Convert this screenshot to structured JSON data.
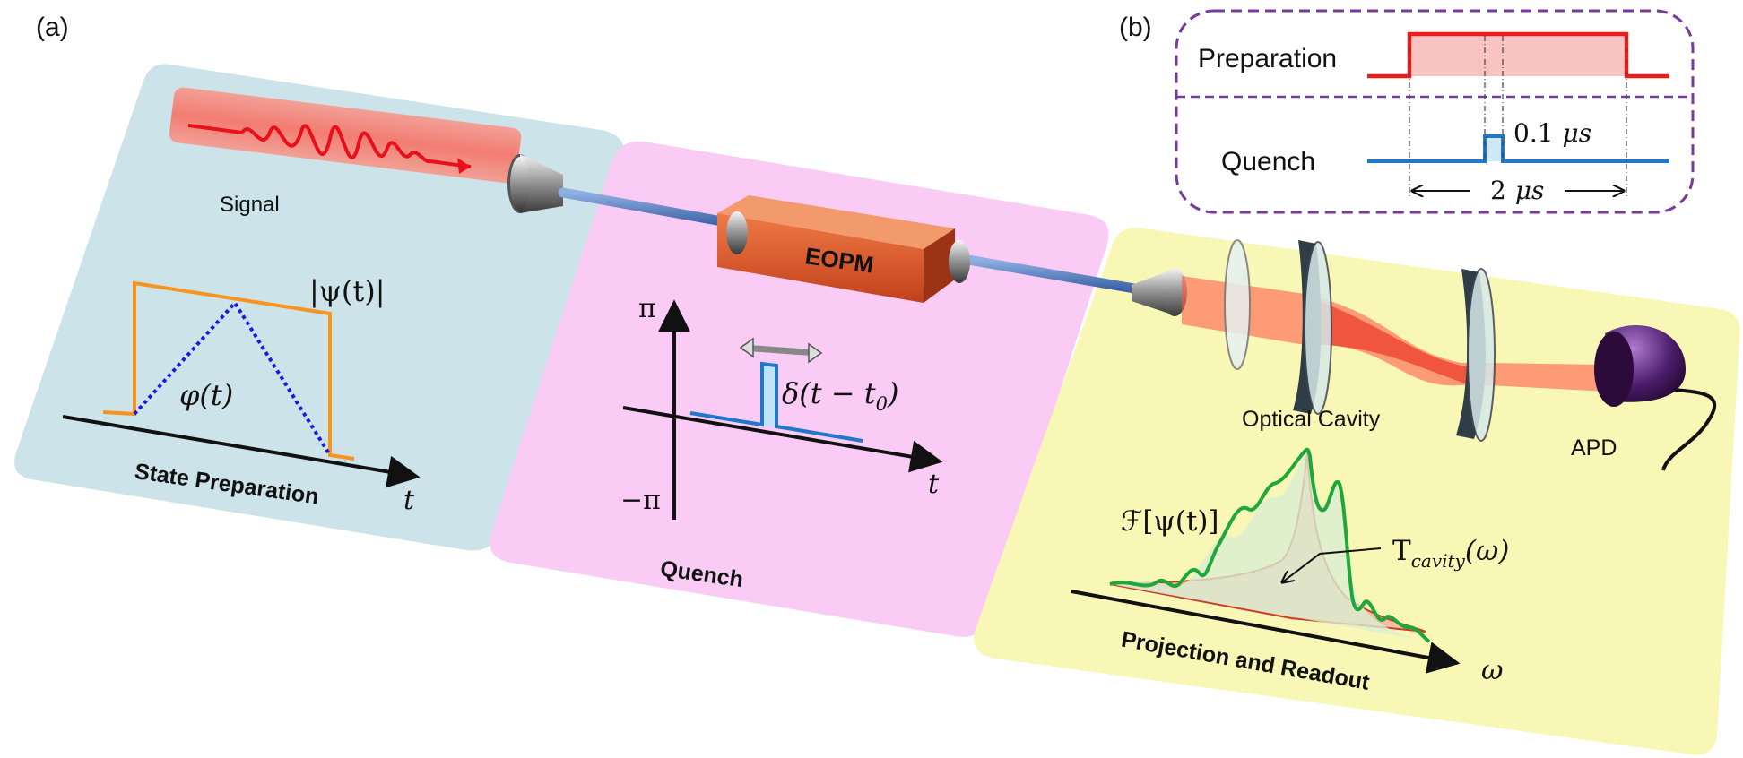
{
  "panel_a": {
    "tag": "(a)",
    "state_preparation": {
      "title": "State Preparation",
      "signal_label": "Signal",
      "amplitude_label": "|ψ(t)|",
      "phase_label": "φ(t)",
      "axis_t": "t"
    },
    "quench": {
      "title": "Quench",
      "device_label": "EOPM",
      "y_top": "π",
      "y_bottom": "−π",
      "delta_label": "δ(t − t",
      "delta_sub": "0",
      "delta_close": ")",
      "axis_t": "t"
    },
    "projection": {
      "title": "Projection and Readout",
      "cavity_label": "Optical Cavity",
      "detector_label": "APD",
      "spectrum_label": "ℱ[ψ(t)]",
      "transmission_main": "T",
      "transmission_sub": "cavity",
      "transmission_arg": "(ω)",
      "axis_omega": "ω"
    }
  },
  "panel_b": {
    "tag": "(b)",
    "row1_label": "Preparation",
    "row2_label": "Quench",
    "pulse_width_value": "0.1",
    "pulse_width_unit": "μs",
    "window_value": "2",
    "window_unit": "μs"
  },
  "colors": {
    "panel_blue": "#cde3ea",
    "panel_pink": "#f9cbf5",
    "panel_yellow": "#f8f7b5",
    "prep_red": "#ee1c1c",
    "quench_blue": "#1f78c8",
    "amplitude_orange": "#f7941d",
    "phase_blue": "#1a1adb",
    "spectrum_green": "#1ea83a",
    "fiber_blue": "#5b84c4",
    "eopm_orange": "#e05a2b",
    "box_purple": "#7a3a9a"
  }
}
